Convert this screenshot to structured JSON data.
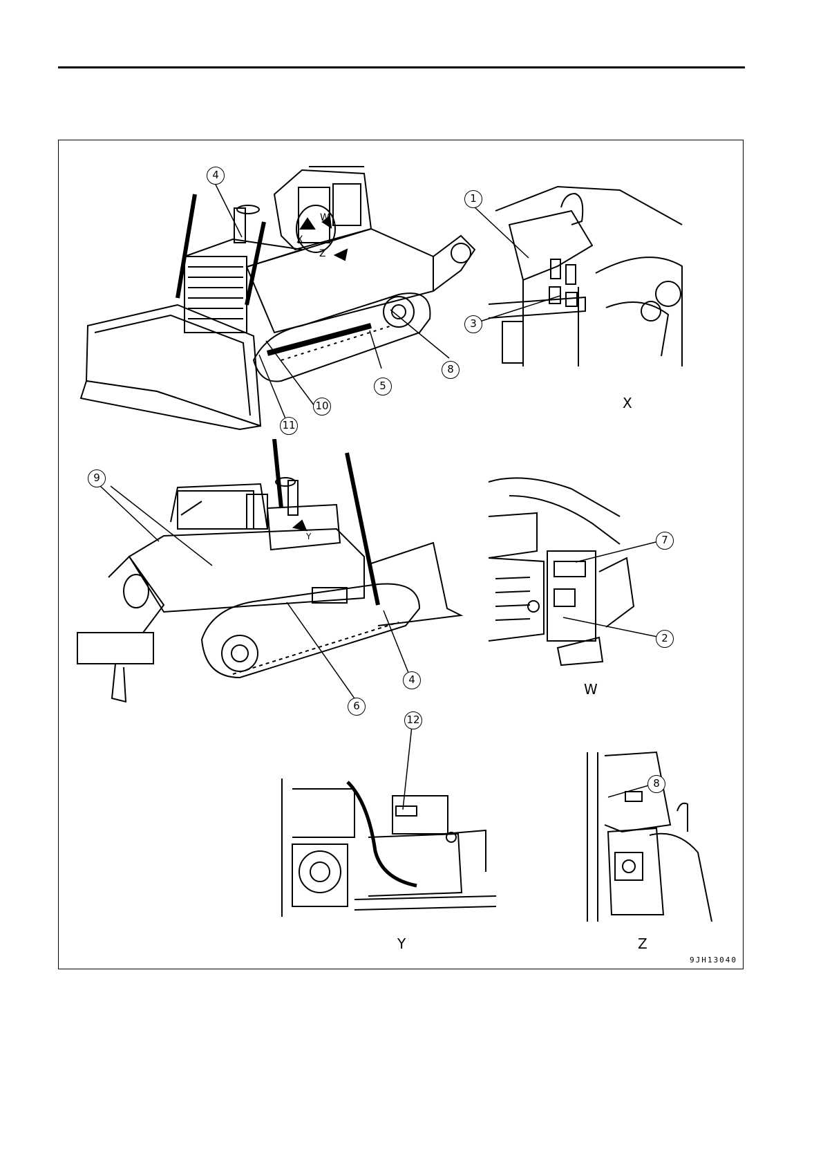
{
  "figure": {
    "views": {
      "X": "X",
      "W": "W",
      "Y": "Y",
      "Z": "Z"
    },
    "callouts": {
      "c1": "1",
      "c2": "2",
      "c3": "3",
      "c4a": "4",
      "c4b": "4",
      "c5": "5",
      "c6": "6",
      "c7": "7",
      "c8a": "8",
      "c8b": "8",
      "c9": "9",
      "c10": "10",
      "c11": "11",
      "c12": "12"
    },
    "direction_markers": {
      "w": "W",
      "x": "X",
      "z": "Z",
      "y": "Y"
    },
    "code": "9JH13040"
  }
}
